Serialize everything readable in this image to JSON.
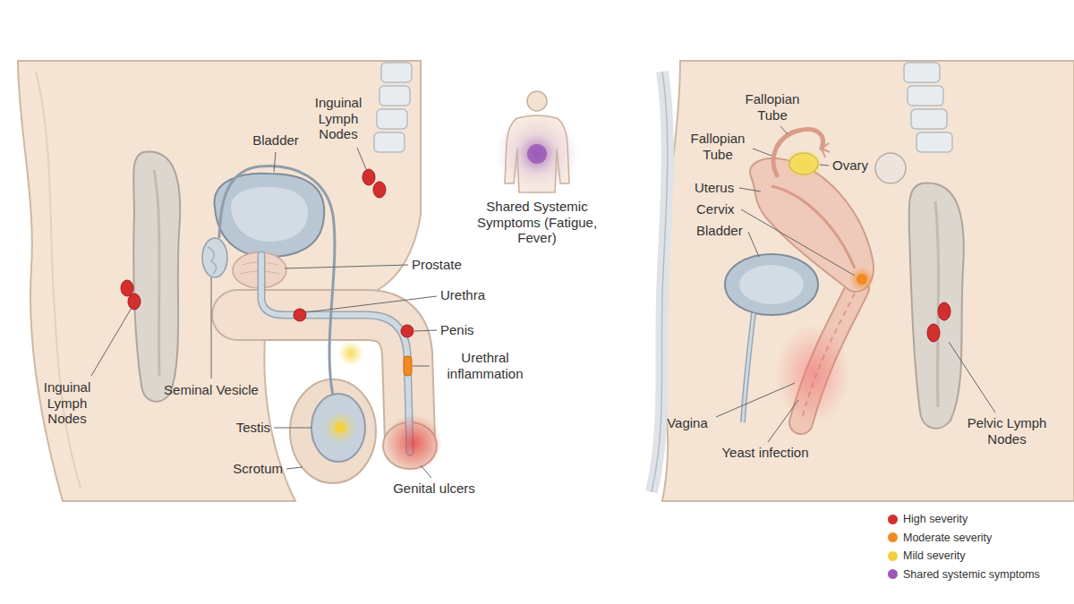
{
  "diagram": {
    "labels": [
      "Inguinal Lymph Nodes",
      "Bladder",
      "Prostate",
      "Urethra",
      "Penis",
      "Urethral inflammation",
      "Inguinal Lymph Nodes",
      "Seminal Vesicle",
      "Testis",
      "Scrotum",
      "Genital ulcers",
      "Shared Systemic Symptoms (Fatigue, Fever)",
      "Fallopian Tube",
      "Fallopian Tube",
      "Ovary",
      "Uterus",
      "Cervix",
      "Bladder",
      "Vagina",
      "Yeast infection",
      "Pelvic Lymph Nodes"
    ],
    "legend": [
      {
        "text": "High severity",
        "color": "#d32f2f"
      },
      {
        "text": "Moderate severity",
        "color": "#f28a22"
      },
      {
        "text": "Mild severity",
        "color": "#f4d03f"
      },
      {
        "text": "Shared systemic symptoms",
        "color": "#9b59b6"
      }
    ]
  }
}
